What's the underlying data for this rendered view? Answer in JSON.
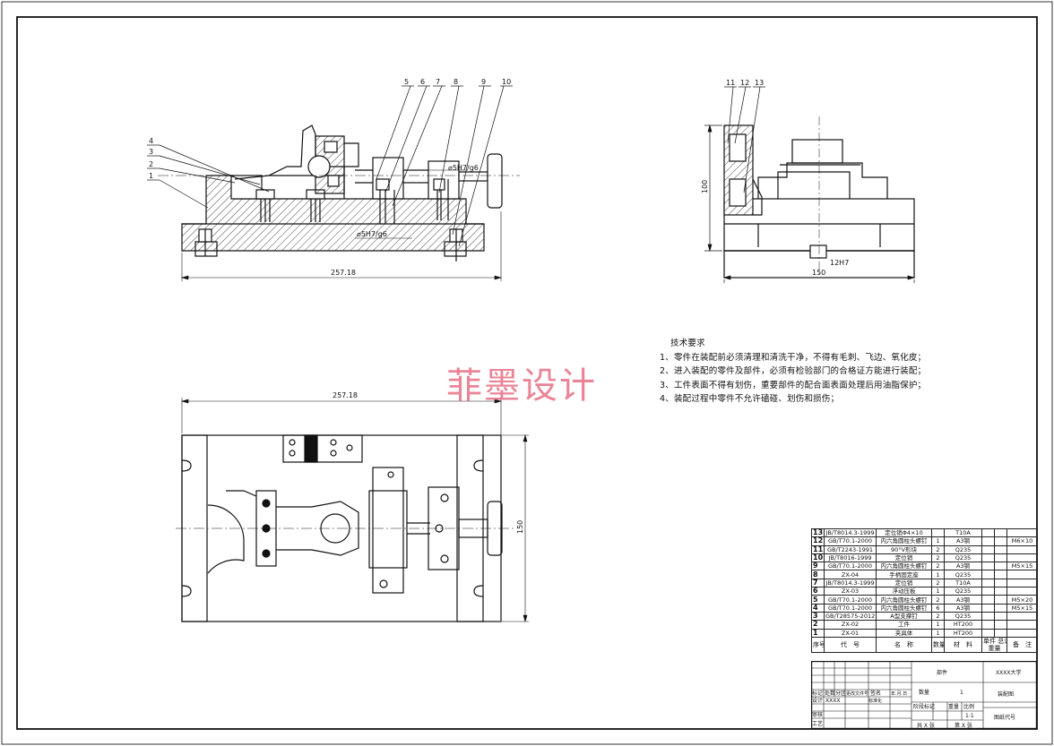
{
  "watermark": "菲墨设计",
  "technical_requirements": {
    "heading": "技术要求",
    "items": [
      "1、零件在装配前必须清理和清洗干净，不得有毛刺、飞边、氧化皮；",
      "2、进入装配的零件及部件，必须有检验部门的合格证方能进行装配；",
      "3、工件表面不得有划伤，重要部件的配合面表面处理后用油脂保护；",
      "4、装配过程中零件不允许磕碰、划伤和损伤；"
    ]
  },
  "dimensions": {
    "front_width": "257.18",
    "top_width": "257.18",
    "fit_lower": "⌀5H7/g6",
    "fit_upper": "⌀5H7/g6",
    "side_height": "100",
    "side_width": "150",
    "side_slot": "12H7",
    "top_height": "150"
  },
  "balloons": {
    "front": [
      "5",
      "6",
      "7",
      "8",
      "9",
      "10",
      "4",
      "3",
      "2",
      "1"
    ],
    "side": [
      "11",
      "12",
      "13"
    ]
  },
  "bom": {
    "rows": [
      {
        "no": "13",
        "code": "JB/T8014.3-1999",
        "name": "定位销Φ4×10",
        "qty": "",
        "material": "T10A",
        "note": ""
      },
      {
        "no": "12",
        "code": "GB/T70.1-2000",
        "name": "内六角圆柱头螺钉",
        "qty": "1",
        "material": "A3钢",
        "note": "M6×10"
      },
      {
        "no": "11",
        "code": "GB/T2243-1991",
        "name": "90°V形块",
        "qty": "2",
        "material": "Q235",
        "note": ""
      },
      {
        "no": "10",
        "code": "JB/T8016-1999",
        "name": "定位销",
        "qty": "2",
        "material": "Q235",
        "note": ""
      },
      {
        "no": "9",
        "code": "GB/T70.1-2000",
        "name": "内六角圆柱头螺钉",
        "qty": "2",
        "material": "A3钢",
        "note": "M5×15"
      },
      {
        "no": "8",
        "code": "ZX-04",
        "name": "手柄固定座",
        "qty": "1",
        "material": "Q235",
        "note": ""
      },
      {
        "no": "7",
        "code": "JB/T8014.3-1999",
        "name": "定位销",
        "qty": "2",
        "material": "T10A",
        "note": ""
      },
      {
        "no": "6",
        "code": "ZX-03",
        "name": "浮动压板",
        "qty": "1",
        "material": "Q235",
        "note": ""
      },
      {
        "no": "5",
        "code": "GB/T70.1-2000",
        "name": "内六角圆柱头螺钉",
        "qty": "2",
        "material": "A3钢",
        "note": "M5×20"
      },
      {
        "no": "4",
        "code": "GB/T70.1-2000",
        "name": "内六角圆柱头螺钉",
        "qty": "6",
        "material": "A3钢",
        "note": "M5×15"
      },
      {
        "no": "3",
        "code": "GB/T28575-2012",
        "name": "A型支撑钉",
        "qty": "2",
        "material": "Q235",
        "note": ""
      },
      {
        "no": "2",
        "code": "ZX-02",
        "name": "工件",
        "qty": "1",
        "material": "HT200",
        "note": ""
      },
      {
        "no": "1",
        "code": "ZX-01",
        "name": "夹具体",
        "qty": "1",
        "material": "HT200",
        "note": ""
      }
    ],
    "header": {
      "no": "序号",
      "code": "代　号",
      "name": "名　称",
      "qty": "数量",
      "material": "材　料",
      "unit_weight": "单件",
      "total_weight": "总计",
      "weight": "重量",
      "note": "备　注"
    }
  },
  "title_block": {
    "part_label": "部件",
    "university": "XXXX大学",
    "qty_label": "数量",
    "qty_value": "1",
    "drawing_name": "装配图",
    "design": "设计",
    "designer": "XXXX",
    "stage_mark": "阶段标记",
    "weight": "重量",
    "scale": "比例",
    "scale_value": "1:1",
    "review": "审核",
    "process": "工艺",
    "sheet_total": "共 X 张",
    "sheet_no": "第 X 张",
    "drawing_code": "图纸代号",
    "mark": "标记",
    "count": "处数",
    "zone": "分区",
    "change_doc": "更改文件号",
    "signature": "签名",
    "date": "年.月.日",
    "standardize": "标准化"
  }
}
